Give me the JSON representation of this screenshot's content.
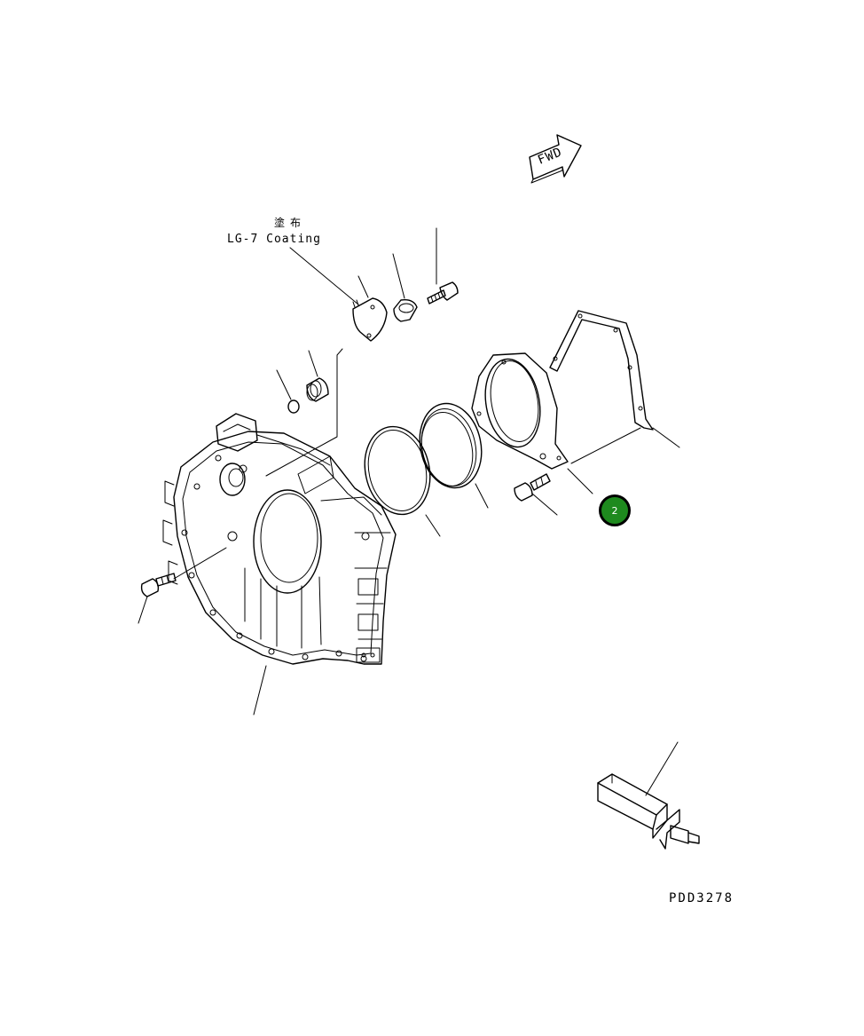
{
  "diagram": {
    "note_jp": "塗布",
    "note_en": "LG-7 Coating",
    "direction_label": "FWD",
    "drawing_id": "PDD3278",
    "callout_number": "2",
    "callout_color": "#1e8a1e"
  }
}
